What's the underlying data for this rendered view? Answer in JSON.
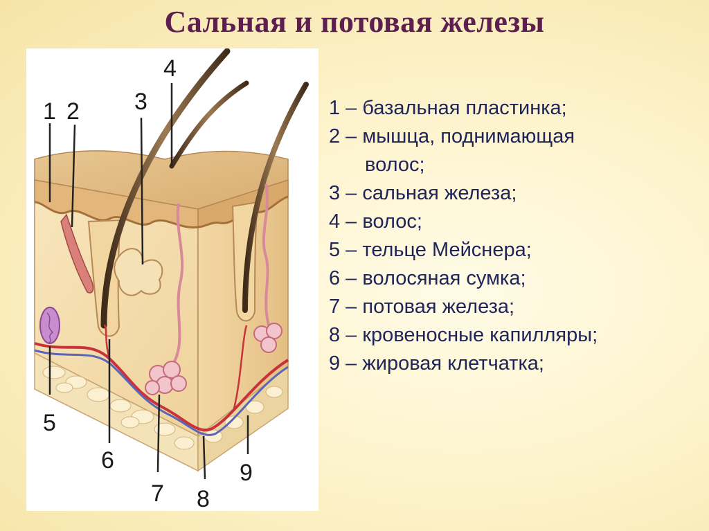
{
  "title": "Сальная и потовая железы",
  "figure": {
    "callouts": [
      {
        "id": "1",
        "label": "1"
      },
      {
        "id": "2",
        "label": "2"
      },
      {
        "id": "3",
        "label": "3"
      },
      {
        "id": "4",
        "label": "4"
      },
      {
        "id": "5",
        "label": "5"
      },
      {
        "id": "6",
        "label": "6"
      },
      {
        "id": "7",
        "label": "7"
      },
      {
        "id": "8",
        "label": "8"
      },
      {
        "id": "9",
        "label": "9"
      }
    ],
    "colors": {
      "epidermis": "#e8c48a",
      "dermis": "#f6dfb0",
      "fat": "#f3dcae",
      "hair": "#6b4a2a",
      "gland": "#f0d9a8",
      "vessel_red": "#c8333a",
      "vessel_blue": "#5a66b8",
      "meissner": "#b06ab0"
    }
  },
  "legend": {
    "items": [
      {
        "text": "1 – базальная пластинка;"
      },
      {
        "text": "2 – мышца, поднимающая",
        "cont": "волос;"
      },
      {
        "text": "3 – сальная железа;"
      },
      {
        "text": "4 – волос;"
      },
      {
        "text": "5 – тельце Мейснера;"
      },
      {
        "text": "6 – волосяная сумка;"
      },
      {
        "text": "7 – потовая железа;"
      },
      {
        "text": "8 – кровеносные капилляры;"
      },
      {
        "text": "9 – жировая клетчатка;"
      }
    ]
  }
}
